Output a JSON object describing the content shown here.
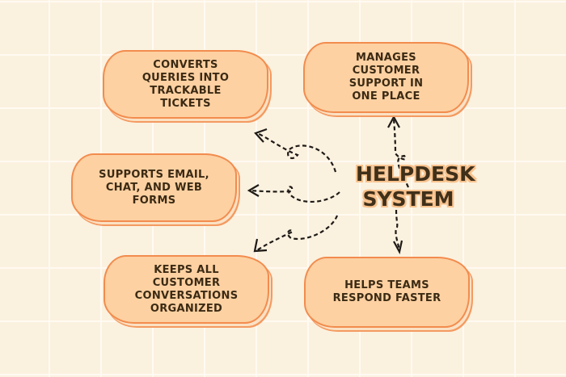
{
  "title": {
    "line1": "HELPDESK",
    "line2": "SYSTEM"
  },
  "nodes": [
    {
      "text": "Converts queries into trackable tickets"
    },
    {
      "text": "Manages customer support in one place"
    },
    {
      "text": "Supports email, chat, and web forms"
    },
    {
      "text": "Keeps all customer conversations organized"
    },
    {
      "text": "Helps teams respond faster"
    }
  ],
  "colors": {
    "box_fill": "#fdd1a2",
    "box_stroke": "#f28c4e",
    "text": "#3b2a14",
    "background": "#fbf1df"
  }
}
